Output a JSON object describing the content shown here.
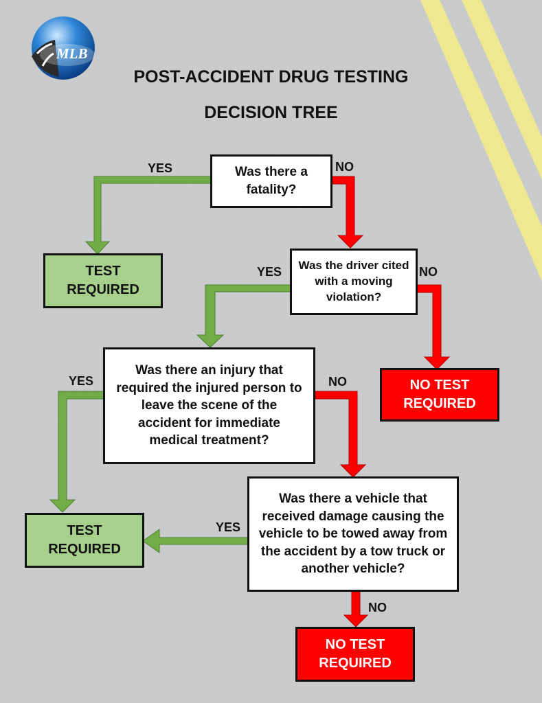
{
  "header": {
    "logo_text": "MLB",
    "title_line1": "POST-ACCIDENT DRUG TESTING",
    "title_line2": "DECISION TREE"
  },
  "questions": {
    "q1": "Was there a fatality?",
    "q2": "Was the driver cited with a moving violation?",
    "q3": "Was there an injury that required the injured person to leave the scene of the accident for immediate medical treatment?",
    "q4": "Was there a vehicle that received damage causing the vehicle to be towed away from the accident by a tow truck or another vehicle?"
  },
  "outcomes": {
    "test_required_1": "TEST REQUIRED",
    "no_test_required_1": "NO TEST REQUIRED",
    "test_required_2": "TEST REQUIRED",
    "no_test_required_2": "NO TEST REQUIRED"
  },
  "labels": {
    "q1_yes": "YES",
    "q1_no": "NO",
    "q2_yes": "YES",
    "q2_no": "NO",
    "q3_yes": "YES",
    "q3_no": "NO",
    "q4_yes": "YES",
    "q4_no": "NO"
  },
  "colors": {
    "yes_arrow": "#70ad47",
    "no_arrow": "#ff0000",
    "test_required_fill": "#a8d08d",
    "no_test_fill": "#ff0000",
    "road_line": "#f2ec8a"
  }
}
